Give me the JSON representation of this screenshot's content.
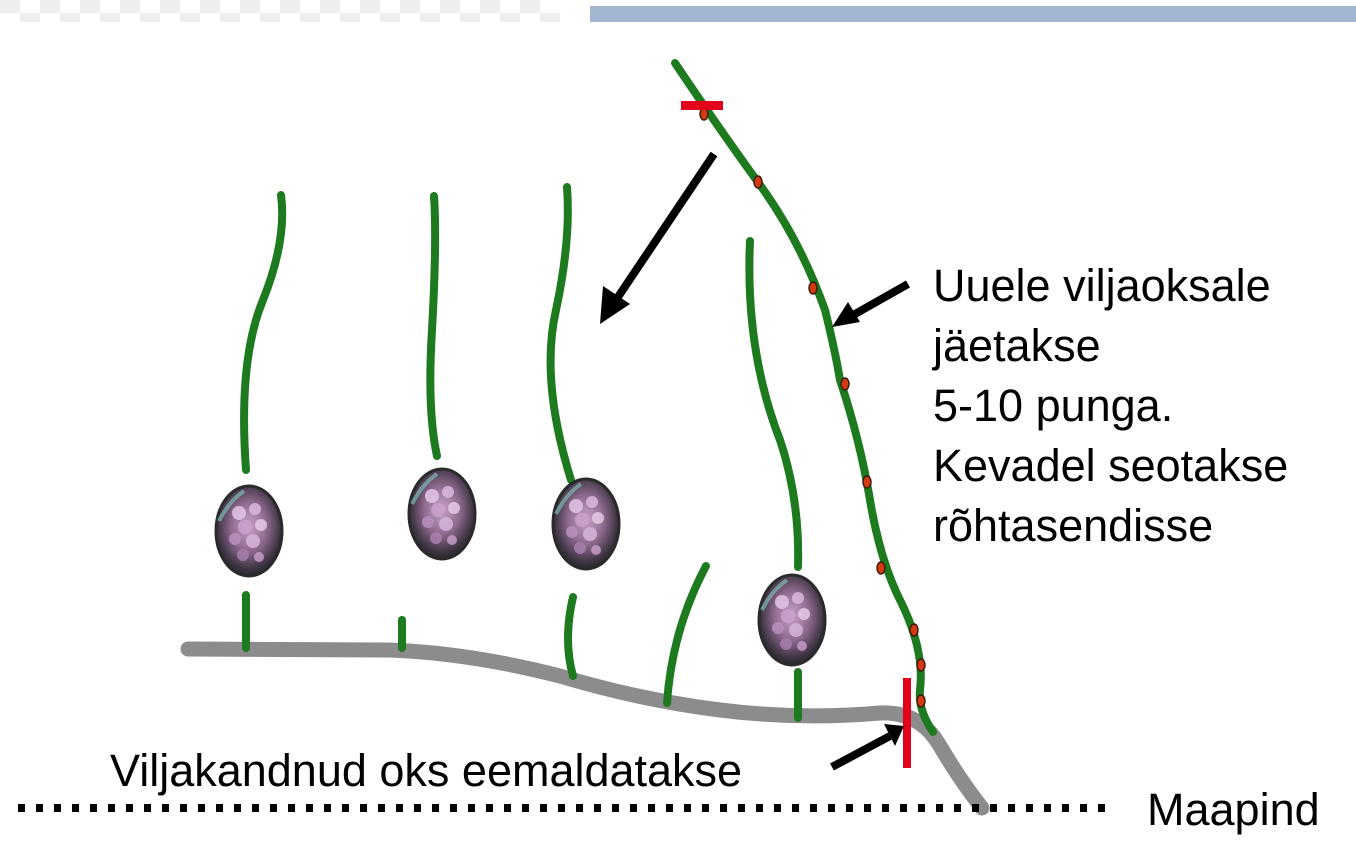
{
  "annotations": {
    "new_shoot_note": [
      "Uuele viljaoksale",
      "jäetakse",
      "5-10 punga.",
      "Kevadel seotakse",
      "rõhtasendisse"
    ],
    "removed_branch": "Viljakandnud oks eemaldatakse",
    "ground": "Maapind"
  },
  "colors": {
    "shoot": "#1e7a1e",
    "old_branch": "#8c8c8c",
    "cut_mark": "#e3001b",
    "bud": "#d43a12",
    "arrow": "#000000",
    "ground_line": "#000000",
    "top_band": "#a3b6cf",
    "checker_light": "#f2f2f2"
  },
  "icons": {
    "grape_cluster": "grape-cluster-icon",
    "bud": "bud-dot-icon",
    "cut": "cut-mark-icon"
  }
}
